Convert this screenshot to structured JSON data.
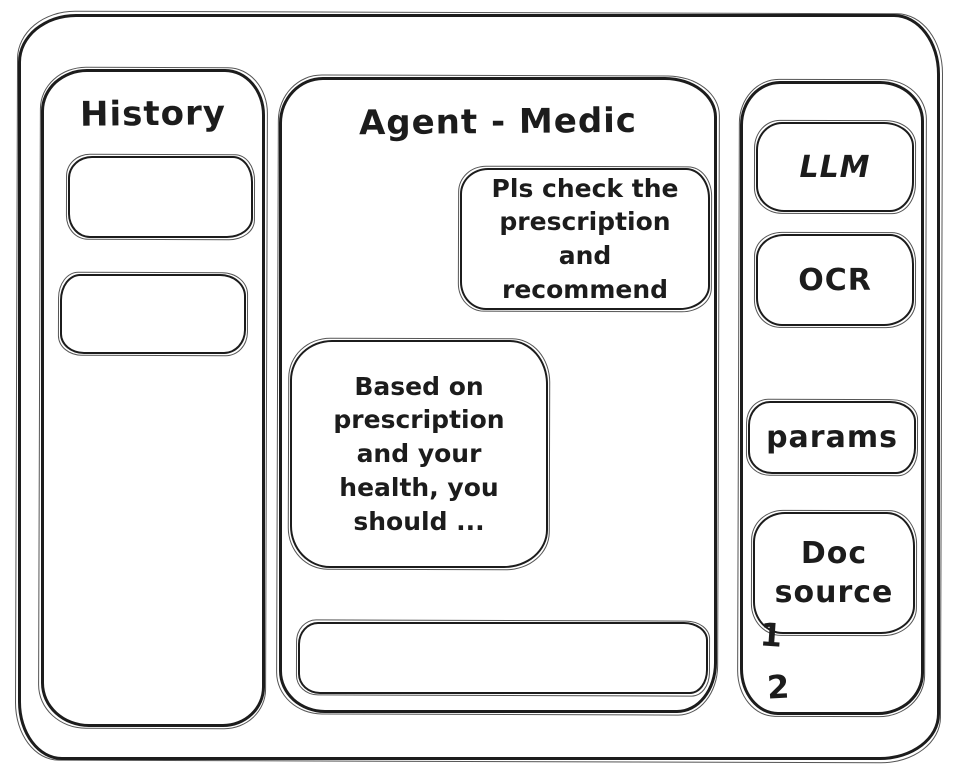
{
  "history_sidebar": {
    "title": "History",
    "items": [
      {
        "label": ""
      },
      {
        "label": ""
      }
    ]
  },
  "chat": {
    "title": "Agent - Medic",
    "messages": [
      {
        "role": "user",
        "text": "Pls check the prescription and recommend"
      },
      {
        "role": "agent",
        "text": "Based on prescription and your health, you should ..."
      }
    ],
    "input": {
      "value": "",
      "placeholder": ""
    }
  },
  "tools_sidebar": {
    "buttons": [
      {
        "id": "llm",
        "label": "LLM"
      },
      {
        "id": "ocr",
        "label": "OCR"
      },
      {
        "id": "params",
        "label": "params"
      },
      {
        "id": "doc-source",
        "label": "Doc source"
      }
    ],
    "doc_source_list": [
      "1",
      "2"
    ]
  },
  "colors": {
    "stroke": "#1c1c1c",
    "background": "#ffffff"
  }
}
